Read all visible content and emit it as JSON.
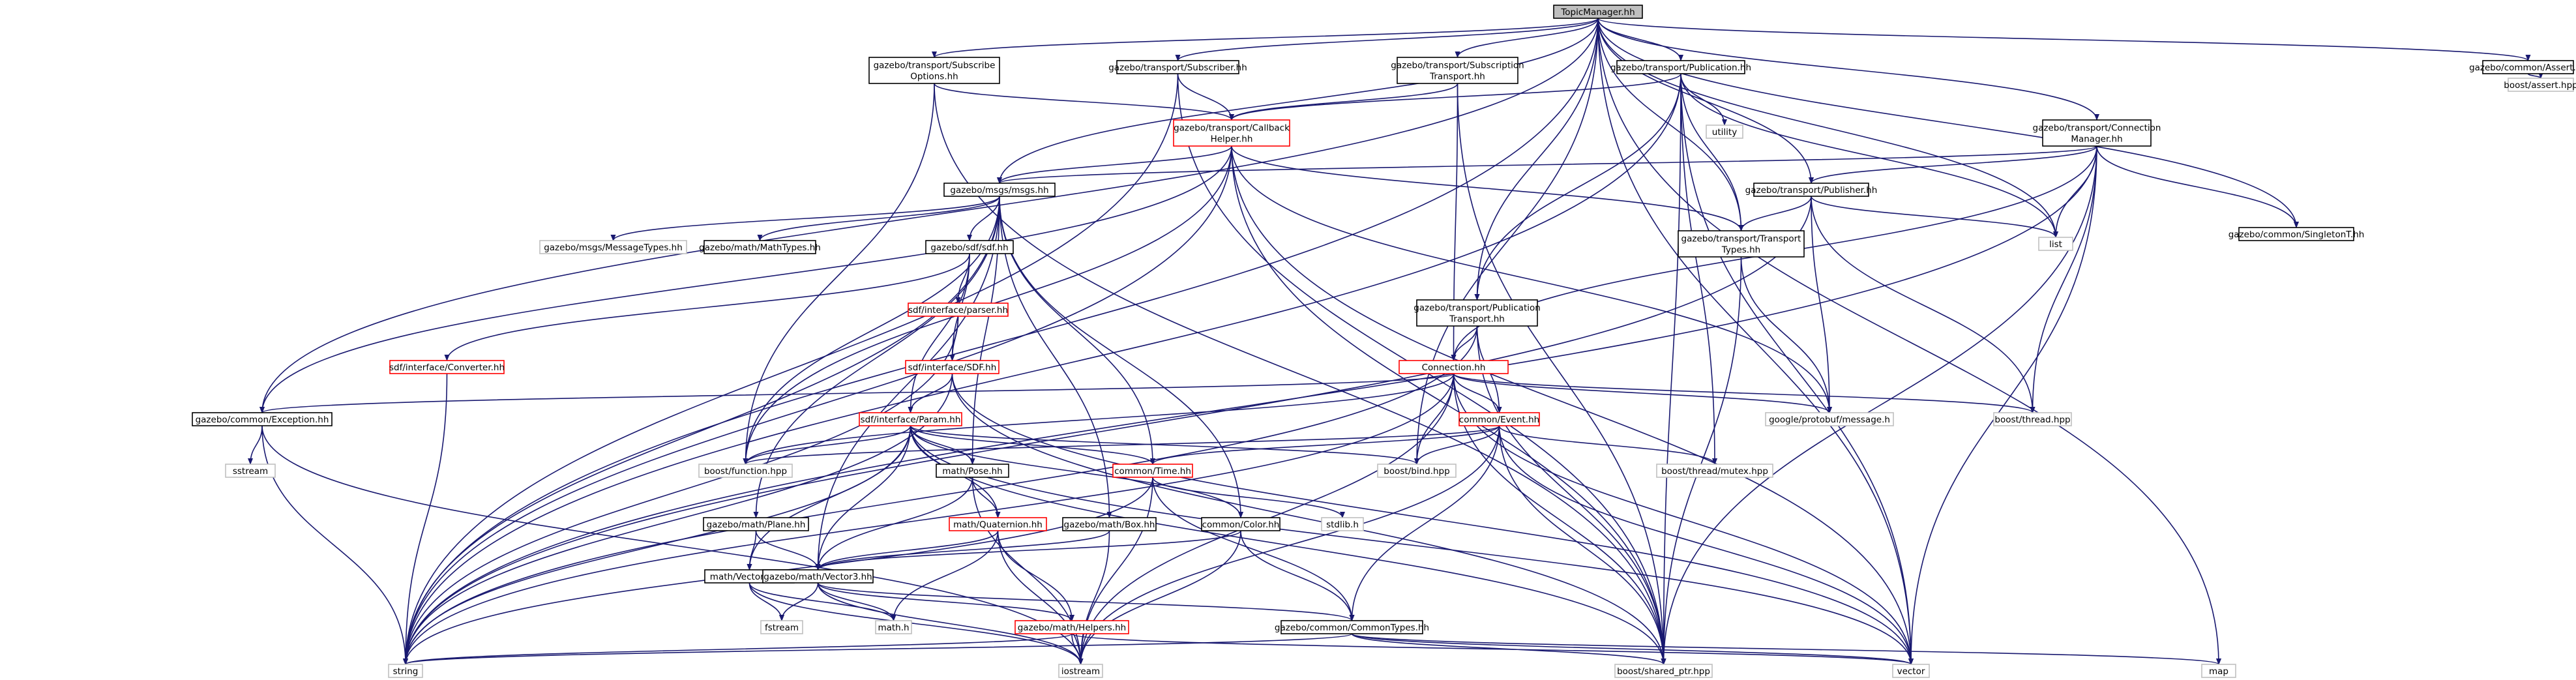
{
  "nodes": [
    {
      "id": "root",
      "lines": [
        "TopicManager.hh"
      ],
      "style": "root"
    },
    {
      "id": "assert",
      "lines": [
        "gazebo/common/Assert.hh"
      ],
      "style": "black"
    },
    {
      "id": "boost_assert",
      "lines": [
        "boost/assert.hpp"
      ],
      "style": "gray"
    },
    {
      "id": "subopts",
      "lines": [
        "gazebo/transport/Subscribe",
        "Options.hh"
      ],
      "style": "black"
    },
    {
      "id": "subscriber",
      "lines": [
        "gazebo/transport/Subscriber.hh"
      ],
      "style": "black"
    },
    {
      "id": "subtrans",
      "lines": [
        "gazebo/transport/Subscription",
        "Transport.hh"
      ],
      "style": "black"
    },
    {
      "id": "publication",
      "lines": [
        "gazebo/transport/Publication.hh"
      ],
      "style": "black"
    },
    {
      "id": "connmgr",
      "lines": [
        "gazebo/transport/Connection",
        "Manager.hh"
      ],
      "style": "black"
    },
    {
      "id": "callback",
      "lines": [
        "gazebo/transport/Callback",
        "Helper.hh"
      ],
      "style": "red"
    },
    {
      "id": "utility",
      "lines": [
        "utility"
      ],
      "style": "gray"
    },
    {
      "id": "msgs",
      "lines": [
        "gazebo/msgs/msgs.hh"
      ],
      "style": "black"
    },
    {
      "id": "publisher",
      "lines": [
        "gazebo/transport/Publisher.hh"
      ],
      "style": "black"
    },
    {
      "id": "singleton",
      "lines": [
        "gazebo/common/SingletonT.hh"
      ],
      "style": "black"
    },
    {
      "id": "list",
      "lines": [
        "list"
      ],
      "style": "gray"
    },
    {
      "id": "msgtypes",
      "lines": [
        "gazebo/msgs/MessageTypes.hh"
      ],
      "style": "gray"
    },
    {
      "id": "mathtypes",
      "lines": [
        "gazebo/math/MathTypes.hh"
      ],
      "style": "black"
    },
    {
      "id": "sdfsdf",
      "lines": [
        "gazebo/sdf/sdf.hh"
      ],
      "style": "black"
    },
    {
      "id": "transtypes",
      "lines": [
        "gazebo/transport/Transport",
        "Types.hh"
      ],
      "style": "black"
    },
    {
      "id": "pubtrans",
      "lines": [
        "gazebo/transport/Publication",
        "Transport.hh"
      ],
      "style": "black"
    },
    {
      "id": "parser",
      "lines": [
        "sdf/interface/parser.hh"
      ],
      "style": "red"
    },
    {
      "id": "converter",
      "lines": [
        "sdf/interface/Converter.hh"
      ],
      "style": "red"
    },
    {
      "id": "sdfh",
      "lines": [
        "sdf/interface/SDF.hh"
      ],
      "style": "red"
    },
    {
      "id": "connection",
      "lines": [
        "Connection.hh"
      ],
      "style": "red"
    },
    {
      "id": "exception",
      "lines": [
        "gazebo/common/Exception.hh"
      ],
      "style": "black"
    },
    {
      "id": "param",
      "lines": [
        "sdf/interface/Param.hh"
      ],
      "style": "red"
    },
    {
      "id": "event",
      "lines": [
        "common/Event.hh"
      ],
      "style": "red"
    },
    {
      "id": "protobuf",
      "lines": [
        "google/protobuf/message.h"
      ],
      "style": "gray"
    },
    {
      "id": "boostthread",
      "lines": [
        "boost/thread.hpp"
      ],
      "style": "gray"
    },
    {
      "id": "sstream",
      "lines": [
        "sstream"
      ],
      "style": "gray"
    },
    {
      "id": "boostfunction",
      "lines": [
        "boost/function.hpp"
      ],
      "style": "gray"
    },
    {
      "id": "pose",
      "lines": [
        "math/Pose.hh"
      ],
      "style": "black"
    },
    {
      "id": "time",
      "lines": [
        "common/Time.hh"
      ],
      "style": "red"
    },
    {
      "id": "boostbind",
      "lines": [
        "boost/bind.hpp"
      ],
      "style": "gray"
    },
    {
      "id": "mutex",
      "lines": [
        "boost/thread/mutex.hpp"
      ],
      "style": "gray"
    },
    {
      "id": "plane",
      "lines": [
        "gazebo/math/Plane.hh"
      ],
      "style": "black"
    },
    {
      "id": "quaternion",
      "lines": [
        "math/Quaternion.hh"
      ],
      "style": "red"
    },
    {
      "id": "box",
      "lines": [
        "gazebo/math/Box.hh"
      ],
      "style": "black"
    },
    {
      "id": "color",
      "lines": [
        "common/Color.hh"
      ],
      "style": "black"
    },
    {
      "id": "stdlib",
      "lines": [
        "stdlib.h"
      ],
      "style": "gray"
    },
    {
      "id": "vector2d",
      "lines": [
        "math/Vector2d.hh"
      ],
      "style": "black"
    },
    {
      "id": "vector3",
      "lines": [
        "gazebo/math/Vector3.hh"
      ],
      "style": "black"
    },
    {
      "id": "fstream",
      "lines": [
        "fstream"
      ],
      "style": "gray"
    },
    {
      "id": "mathh",
      "lines": [
        "math.h"
      ],
      "style": "gray"
    },
    {
      "id": "helpers",
      "lines": [
        "gazebo/math/Helpers.hh"
      ],
      "style": "red"
    },
    {
      "id": "commontypes",
      "lines": [
        "gazebo/common/CommonTypes.hh"
      ],
      "style": "black"
    },
    {
      "id": "string",
      "lines": [
        "string"
      ],
      "style": "gray"
    },
    {
      "id": "iostream",
      "lines": [
        "iostream"
      ],
      "style": "gray"
    },
    {
      "id": "sharedptr",
      "lines": [
        "boost/shared_ptr.hpp"
      ],
      "style": "gray"
    },
    {
      "id": "vector",
      "lines": [
        "vector"
      ],
      "style": "gray"
    },
    {
      "id": "map",
      "lines": [
        "map"
      ],
      "style": "gray"
    }
  ],
  "edges": [
    [
      "root",
      "assert"
    ],
    [
      "root",
      "subopts"
    ],
    [
      "root",
      "subscriber"
    ],
    [
      "root",
      "subtrans"
    ],
    [
      "root",
      "publication"
    ],
    [
      "root",
      "connmgr"
    ],
    [
      "root",
      "msgs"
    ],
    [
      "root",
      "publisher"
    ],
    [
      "root",
      "singleton"
    ],
    [
      "root",
      "list"
    ],
    [
      "root",
      "exception"
    ],
    [
      "root",
      "string"
    ],
    [
      "root",
      "map"
    ],
    [
      "root",
      "vector"
    ],
    [
      "root",
      "transtypes"
    ],
    [
      "root",
      "pubtrans"
    ],
    [
      "root",
      "boostbind"
    ],
    [
      "assert",
      "boost_assert"
    ],
    [
      "subopts",
      "callback"
    ],
    [
      "subopts",
      "boostfunction"
    ],
    [
      "subopts",
      "sharedptr"
    ],
    [
      "subscriber",
      "callback"
    ],
    [
      "subscriber",
      "string"
    ],
    [
      "subscriber",
      "sharedptr"
    ],
    [
      "subtrans",
      "callback"
    ],
    [
      "subtrans",
      "connection"
    ],
    [
      "subtrans",
      "sharedptr"
    ],
    [
      "publication",
      "callback"
    ],
    [
      "publication",
      "utility"
    ],
    [
      "publication",
      "transtypes"
    ],
    [
      "publication",
      "pubtrans"
    ],
    [
      "publication",
      "list"
    ],
    [
      "publication",
      "mutex"
    ],
    [
      "publication",
      "vector"
    ],
    [
      "publication",
      "string"
    ],
    [
      "publication",
      "sharedptr"
    ],
    [
      "connmgr",
      "msgs"
    ],
    [
      "connmgr",
      "singleton"
    ],
    [
      "connmgr",
      "publisher"
    ],
    [
      "connmgr",
      "connection"
    ],
    [
      "connmgr",
      "list"
    ],
    [
      "connmgr",
      "string"
    ],
    [
      "connmgr",
      "boostthread"
    ],
    [
      "connmgr",
      "vector"
    ],
    [
      "connmgr",
      "sharedptr"
    ],
    [
      "callback",
      "msgs"
    ],
    [
      "callback",
      "exception"
    ],
    [
      "callback",
      "transtypes"
    ],
    [
      "callback",
      "protobuf"
    ],
    [
      "callback",
      "boostfunction"
    ],
    [
      "callback",
      "string"
    ],
    [
      "callback",
      "vector"
    ],
    [
      "callback",
      "sharedptr"
    ],
    [
      "msgs",
      "msgtypes"
    ],
    [
      "msgs",
      "mathtypes"
    ],
    [
      "msgs",
      "sdfsdf"
    ],
    [
      "msgs",
      "pose"
    ],
    [
      "msgs",
      "time"
    ],
    [
      "msgs",
      "box"
    ],
    [
      "msgs",
      "color"
    ],
    [
      "msgs",
      "plane"
    ],
    [
      "msgs",
      "vector3"
    ],
    [
      "msgs",
      "string"
    ],
    [
      "msgs",
      "boostfunction"
    ],
    [
      "publisher",
      "transtypes"
    ],
    [
      "publisher",
      "list"
    ],
    [
      "publisher",
      "protobuf"
    ],
    [
      "publisher",
      "boostthread"
    ],
    [
      "publisher",
      "string"
    ],
    [
      "sdfsdf",
      "parser"
    ],
    [
      "sdfsdf",
      "sdfh"
    ],
    [
      "sdfsdf",
      "converter"
    ],
    [
      "sdfsdf",
      "param"
    ],
    [
      "parser",
      "sdfh"
    ],
    [
      "parser",
      "string"
    ],
    [
      "converter",
      "string"
    ],
    [
      "sdfh",
      "param"
    ],
    [
      "sdfh",
      "string"
    ],
    [
      "sdfh",
      "vector"
    ],
    [
      "sdfh",
      "sharedptr"
    ],
    [
      "transtypes",
      "protobuf"
    ],
    [
      "transtypes",
      "sharedptr"
    ],
    [
      "pubtrans",
      "connection"
    ],
    [
      "pubtrans",
      "event"
    ],
    [
      "pubtrans",
      "sharedptr"
    ],
    [
      "pubtrans",
      "string"
    ],
    [
      "connection",
      "event"
    ],
    [
      "connection",
      "protobuf"
    ],
    [
      "connection",
      "boostthread"
    ],
    [
      "connection",
      "boostbind"
    ],
    [
      "connection",
      "boostfunction"
    ],
    [
      "connection",
      "exception"
    ],
    [
      "connection",
      "string"
    ],
    [
      "connection",
      "iostream"
    ],
    [
      "connection",
      "vector"
    ],
    [
      "connection",
      "sharedptr"
    ],
    [
      "exception",
      "sstream"
    ],
    [
      "exception",
      "string"
    ],
    [
      "exception",
      "iostream"
    ],
    [
      "param",
      "boostfunction"
    ],
    [
      "param",
      "boostbind"
    ],
    [
      "param",
      "pose"
    ],
    [
      "param",
      "time"
    ],
    [
      "param",
      "color"
    ],
    [
      "param",
      "quaternion"
    ],
    [
      "param",
      "vector3"
    ],
    [
      "param",
      "vector2d"
    ],
    [
      "param",
      "string"
    ],
    [
      "param",
      "sharedptr"
    ],
    [
      "param",
      "vector"
    ],
    [
      "event",
      "boostfunction"
    ],
    [
      "event",
      "boostbind"
    ],
    [
      "event",
      "mutex"
    ],
    [
      "event",
      "time"
    ],
    [
      "event",
      "commontypes"
    ],
    [
      "event",
      "iostream"
    ],
    [
      "event",
      "vector"
    ],
    [
      "event",
      "sharedptr"
    ],
    [
      "pose",
      "quaternion"
    ],
    [
      "pose",
      "vector3"
    ],
    [
      "pose",
      "iostream"
    ],
    [
      "time",
      "stdlib"
    ],
    [
      "time",
      "iostream"
    ],
    [
      "time",
      "string"
    ],
    [
      "time",
      "commontypes"
    ],
    [
      "plane",
      "vector3"
    ],
    [
      "plane",
      "vector2d"
    ],
    [
      "quaternion",
      "vector3"
    ],
    [
      "quaternion",
      "helpers"
    ],
    [
      "quaternion",
      "mathh"
    ],
    [
      "quaternion",
      "iostream"
    ],
    [
      "box",
      "vector3"
    ],
    [
      "box",
      "iostream"
    ],
    [
      "color",
      "vector3"
    ],
    [
      "color",
      "iostream"
    ],
    [
      "color",
      "commontypes"
    ],
    [
      "vector2d",
      "fstream"
    ],
    [
      "vector2d",
      "mathh"
    ],
    [
      "vector2d",
      "iostream"
    ],
    [
      "vector3",
      "mathh"
    ],
    [
      "vector3",
      "fstream"
    ],
    [
      "vector3",
      "iostream"
    ],
    [
      "vector3",
      "helpers"
    ],
    [
      "vector3",
      "commontypes"
    ],
    [
      "helpers",
      "string"
    ],
    [
      "helpers",
      "iostream"
    ],
    [
      "helpers",
      "vector"
    ],
    [
      "commontypes",
      "string"
    ],
    [
      "commontypes",
      "vector"
    ],
    [
      "commontypes",
      "map"
    ],
    [
      "commontypes",
      "sharedptr"
    ]
  ]
}
